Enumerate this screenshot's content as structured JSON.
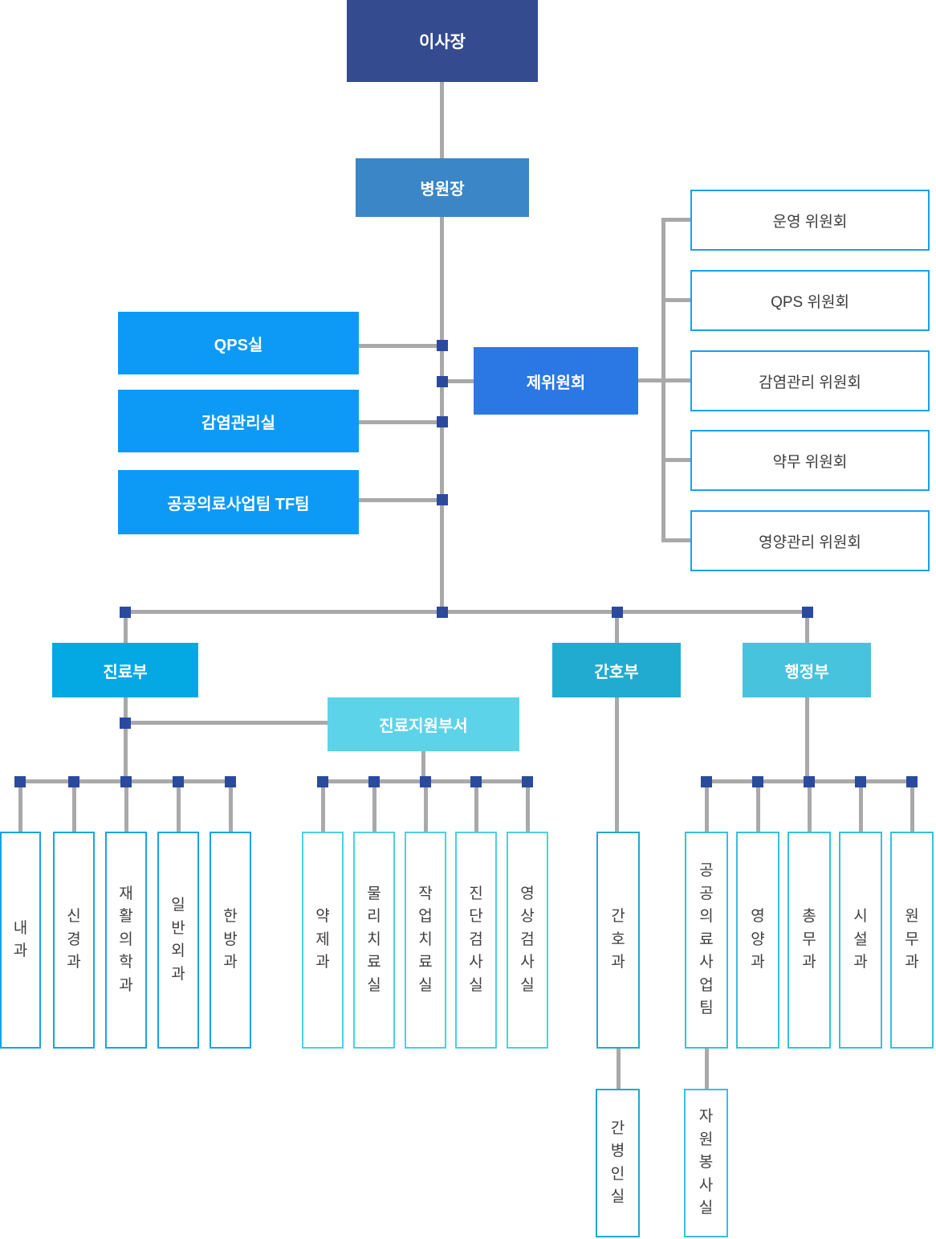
{
  "org": {
    "root": {
      "label": "이사장"
    },
    "director": {
      "label": "병원장"
    },
    "staff_offices": [
      {
        "label": "QPS실"
      },
      {
        "label": "감염관리실"
      },
      {
        "label": "공공의료사업팀 TF팀"
      }
    ],
    "committee_hub": {
      "label": "제위원회"
    },
    "committees": [
      {
        "label": "운영 위원회"
      },
      {
        "label": "QPS 위원회"
      },
      {
        "label": "감염관리 위원회"
      },
      {
        "label": "약무 위원회"
      },
      {
        "label": "영양관리 위원회"
      }
    ],
    "departments": {
      "medical": {
        "label": "진료부",
        "children": [
          "내과",
          "신경과",
          "재활의학과",
          "일반외과",
          "한방과"
        ]
      },
      "support": {
        "label": "진료지원부서",
        "children": [
          "약제과",
          "물리치료실",
          "작업치료실",
          "진단검사실",
          "영상검사실"
        ]
      },
      "nursing": {
        "label": "간호부",
        "children": [
          "간호과"
        ],
        "grandchild": "간병인실"
      },
      "admin": {
        "label": "행정부",
        "children": [
          "공공의료사업팀",
          "영양과",
          "총무과",
          "시설과",
          "원무과"
        ],
        "grandchild": "자원봉사실"
      }
    },
    "colors": {
      "chairman_bg": "#344b8f",
      "director_bg": "#3b86c6",
      "staff_office_bg": "#0d9af7",
      "committee_hub_bg": "#2b78e4",
      "committee_border": "#1a9ff2",
      "medical_bg": "#04a9e4",
      "nursing_bg": "#22abd0",
      "admin_bg": "#47c3de",
      "support_bg": "#5dd3ea",
      "medical_child_border": "#16a3e8",
      "support_child_border": "#4ad0e8",
      "nursing_child_border": "#1fa9cf",
      "admin_child_border": "#35c1dc",
      "line": "#a9a9a9",
      "connector_node": "#2b4a9e"
    }
  }
}
